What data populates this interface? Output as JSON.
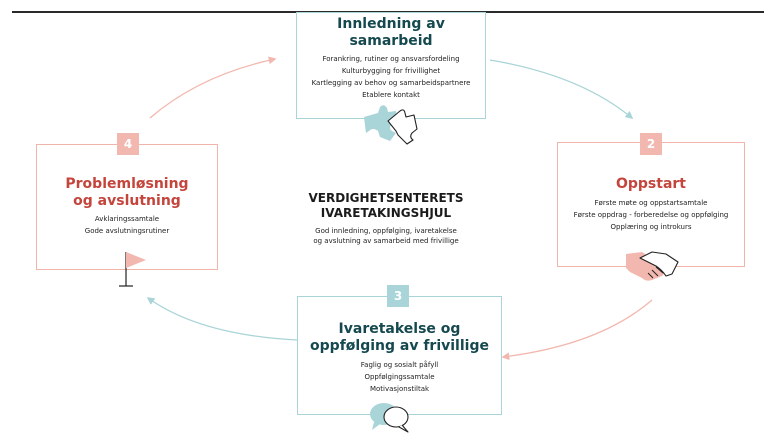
{
  "diagram": {
    "center": {
      "title_line1": "VERDIGHETSENTERETS",
      "title_line2": "IVARETAKINGSHJUL",
      "subtitle_line1": "God innledning, oppfølging, ivaretakelse",
      "subtitle_line2": "og avslutning av samarbeid med frivillige"
    },
    "stage1": {
      "title_line1": "Innledning av",
      "title_line2": "samarbeid",
      "items": [
        "Forankring, rutiner og ansvarsfordeling",
        "Kulturbygging for frivillighet",
        "Kartlegging av behov og samarbeidspartnere",
        "Etablere kontakt"
      ],
      "icon": "puzzle-icon"
    },
    "stage2": {
      "number": "2",
      "title": "Oppstart",
      "items": [
        "Første møte  og oppstartsamtale",
        "Første oppdrag - forberedelse og oppfølging",
        "Opplæring og introkurs"
      ],
      "icon": "handshake-icon"
    },
    "stage3": {
      "number": "3",
      "title_line1": "Ivaretakelse og",
      "title_line2": "oppfølging av frivillige",
      "items": [
        "Faglig og sosialt påfyll",
        "Oppfølgingssamtale",
        "Motivasjonstiltak"
      ],
      "icon": "speech-bubbles-icon"
    },
    "stage4": {
      "number": "4",
      "title_line1": "Problemløsning",
      "title_line2": "og avslutning",
      "items": [
        "Avklaringssamtale",
        "Gode avslutningsrutiner"
      ],
      "icon": "flag-icon"
    },
    "colors": {
      "teal_dark": "#15494f",
      "teal_light": "#a9d4d8",
      "pink": "#f2b7ae",
      "red": "#c4453c"
    }
  }
}
